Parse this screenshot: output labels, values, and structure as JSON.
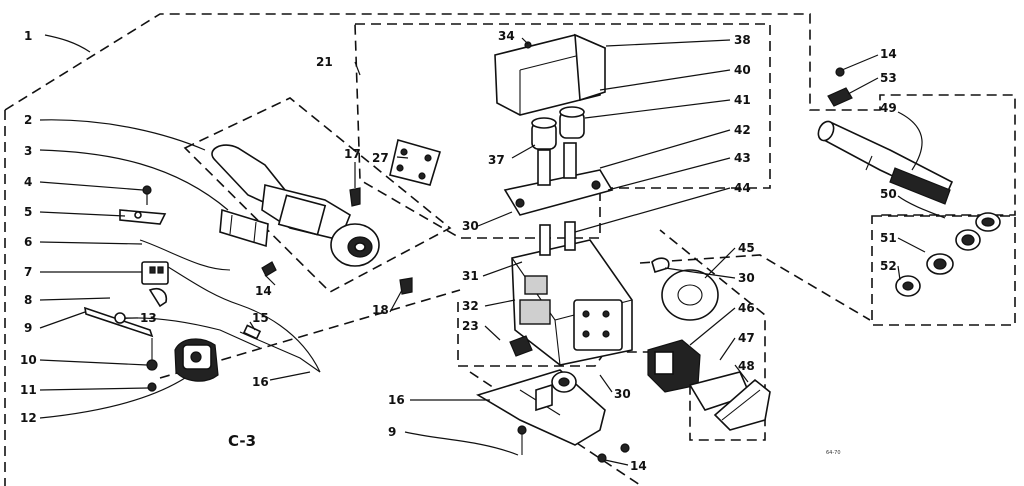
{
  "diagram": {
    "assembly_label": "C-3",
    "corner_code": "64-70",
    "callouts": [
      {
        "id": "c1",
        "text": "1"
      },
      {
        "id": "c2",
        "text": "2"
      },
      {
        "id": "c3",
        "text": "3"
      },
      {
        "id": "c4",
        "text": "4"
      },
      {
        "id": "c5",
        "text": "5"
      },
      {
        "id": "c6",
        "text": "6"
      },
      {
        "id": "c7",
        "text": "7"
      },
      {
        "id": "c8",
        "text": "8"
      },
      {
        "id": "c9",
        "text": "9"
      },
      {
        "id": "c10",
        "text": "10"
      },
      {
        "id": "c11",
        "text": "11"
      },
      {
        "id": "c12",
        "text": "12"
      },
      {
        "id": "c13",
        "text": "13"
      },
      {
        "id": "c14a",
        "text": "14"
      },
      {
        "id": "c15",
        "text": "15"
      },
      {
        "id": "c16",
        "text": "16"
      },
      {
        "id": "c17",
        "text": "17"
      },
      {
        "id": "c18",
        "text": "18"
      },
      {
        "id": "c21",
        "text": "21"
      },
      {
        "id": "c27",
        "text": "27"
      },
      {
        "id": "c30a",
        "text": "30"
      },
      {
        "id": "c31",
        "text": "31"
      },
      {
        "id": "c32",
        "text": "32"
      },
      {
        "id": "c23",
        "text": "23"
      },
      {
        "id": "c34",
        "text": "34"
      },
      {
        "id": "c37",
        "text": "37"
      },
      {
        "id": "c38",
        "text": "38"
      },
      {
        "id": "c40",
        "text": "40"
      },
      {
        "id": "c41",
        "text": "41"
      },
      {
        "id": "c42",
        "text": "42"
      },
      {
        "id": "c43",
        "text": "43"
      },
      {
        "id": "c44",
        "text": "44"
      },
      {
        "id": "c45",
        "text": "45"
      },
      {
        "id": "c30b",
        "text": "30"
      },
      {
        "id": "c46",
        "text": "46"
      },
      {
        "id": "c47",
        "text": "47"
      },
      {
        "id": "c48",
        "text": "48"
      },
      {
        "id": "c30c",
        "text": "30"
      },
      {
        "id": "c16b",
        "text": "16"
      },
      {
        "id": "c9b",
        "text": "9"
      },
      {
        "id": "c14b",
        "text": "14"
      },
      {
        "id": "c14c",
        "text": "14"
      },
      {
        "id": "c53",
        "text": "53"
      },
      {
        "id": "c49",
        "text": "49"
      },
      {
        "id": "c50",
        "text": "50"
      },
      {
        "id": "c51",
        "text": "51"
      },
      {
        "id": "c52",
        "text": "52"
      }
    ]
  }
}
